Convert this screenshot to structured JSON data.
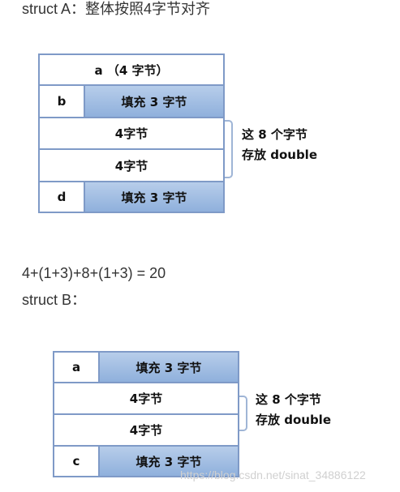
{
  "heading_a": "struct A：整体按照4字节对齐",
  "diagram_a": {
    "row1_label": "a （4 字节）",
    "row2_name": "b",
    "row2_fill": "填充 3 字节",
    "row3_label": "4字节",
    "row4_label": "4字节",
    "row5_name": "d",
    "row5_fill": "填充 3 字节",
    "note_line1": "这 8 个字节",
    "note_line2": "存放 double"
  },
  "formula": "4+(1+3)+8+(1+3) = 20",
  "heading_b": "struct B：",
  "diagram_b": {
    "row1_name": "a",
    "row1_fill": "填充 3 字节",
    "row2_label": "4字节",
    "row3_label": "4字节",
    "row4_name": "c",
    "row4_fill": "填充 3 字节",
    "note_line1": "这 8 个字节",
    "note_line2": "存放 double"
  },
  "watermark": "https://blog.csdn.net/sinat_34886122",
  "colors": {
    "cell_border": "#7f9ac7",
    "fill_blue": "#a7c1e4",
    "text": "#333333",
    "watermark": "#d0d0d0"
  }
}
